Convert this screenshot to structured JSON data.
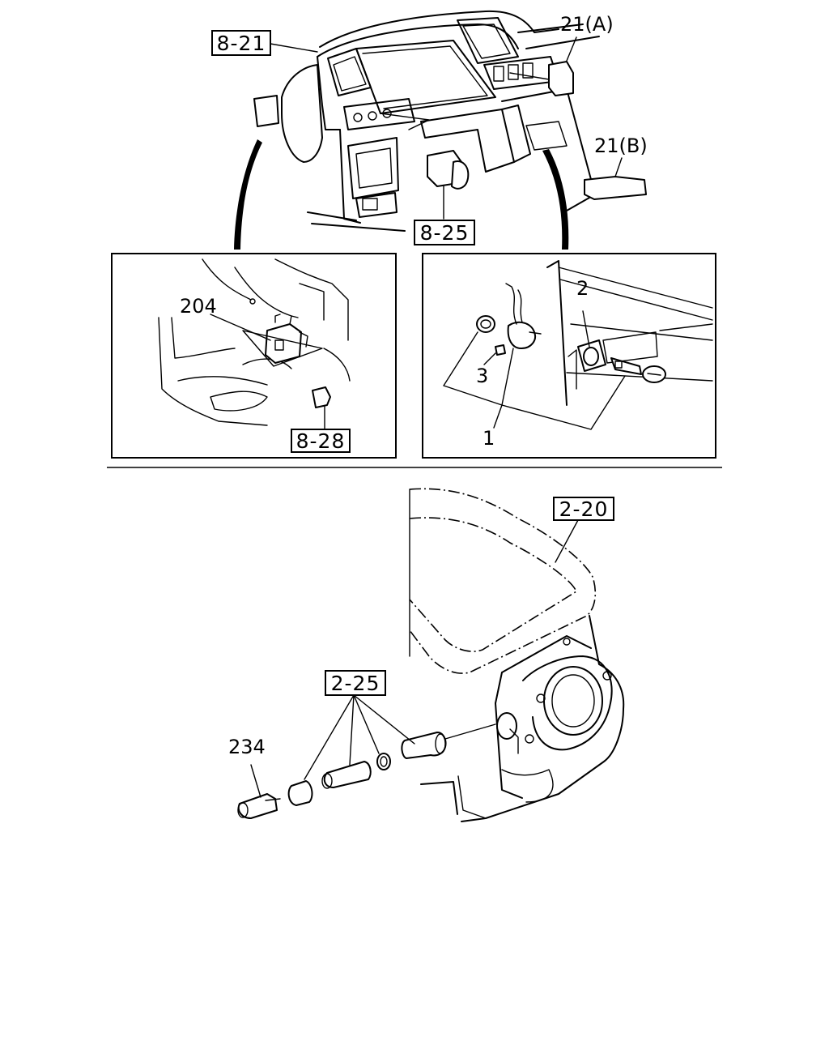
{
  "refs": {
    "r_8_21": "8-21",
    "r_8_25": "8-25",
    "r_8_28": "8-28",
    "r_2_20": "2-20",
    "r_2_25": "2-25"
  },
  "labels": {
    "p21a": "21(A)",
    "p21b": "21(B)",
    "p204": "204",
    "p1": "1",
    "p2": "2",
    "p3": "3",
    "p234": "234"
  }
}
